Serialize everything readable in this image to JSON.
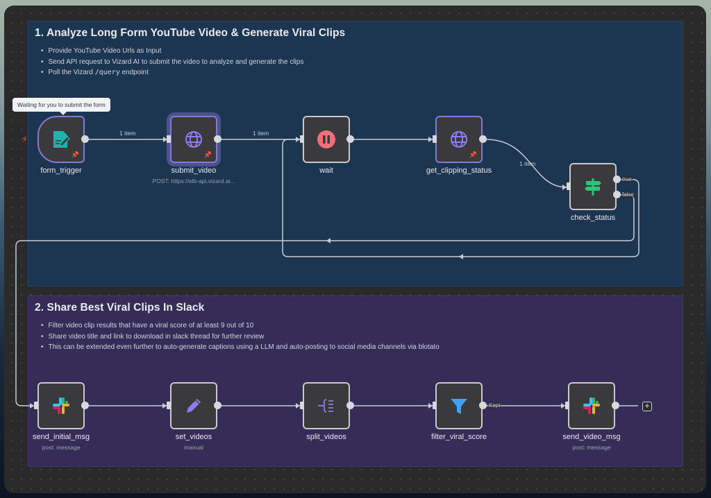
{
  "sections": [
    {
      "title": "1. Analyze Long Form YouTube Video & Generate Viral Clips",
      "bullets": [
        "Provide YouTube Video Urls as Input",
        "Send API request to Vizard AI to submit the video to analyze and generate the clips"
      ],
      "bullet3_prefix": "Poll the Vizard ",
      "bullet3_code": "/query",
      "bullet3_suffix": " endpoint",
      "color": "#1c3550"
    },
    {
      "title": "2. Share Best Viral Clips In Slack",
      "bullets": [
        "Filter video clip results that have a viral score of at least 9 out of 10",
        "Share video title and link to download in slack thread for further review",
        "This can be extended even further to auto-generate captions using a LLM and auto-posting to social media channels via blotato"
      ],
      "color": "#352d58"
    }
  ],
  "tooltip": "Waiting for you to submit the form",
  "nodes": {
    "form_trigger": {
      "label": "form_trigger",
      "icon": "form-icon",
      "pinned": true
    },
    "submit_video": {
      "label": "submit_video",
      "subtitle": "POST: https://elb-api.vizard.ai...",
      "icon": "globe-icon",
      "pinned": true
    },
    "wait": {
      "label": "wait",
      "icon": "pause-icon"
    },
    "get_clipping_status": {
      "label": "get_clipping_status",
      "icon": "globe-icon",
      "pinned": true
    },
    "check_status": {
      "label": "check_status",
      "icon": "signpost-icon",
      "outputs": [
        "true",
        "false"
      ]
    },
    "send_initial_msg": {
      "label": "send_initial_msg",
      "subtitle": "post: message",
      "icon": "slack-icon"
    },
    "set_videos": {
      "label": "set_videos",
      "subtitle": "manual",
      "icon": "pencil-icon"
    },
    "split_videos": {
      "label": "split_videos",
      "icon": "split-icon"
    },
    "filter_viral_score": {
      "label": "filter_viral_score",
      "icon": "filter-icon",
      "output_label": "Kept"
    },
    "send_video_msg": {
      "label": "send_video_msg",
      "subtitle": "post: message",
      "icon": "slack-icon"
    }
  },
  "edge_labels": {
    "form_to_submit": "1 item",
    "submit_to_wait": "1 item",
    "status_to_check": "1 item"
  },
  "add_button": "+"
}
